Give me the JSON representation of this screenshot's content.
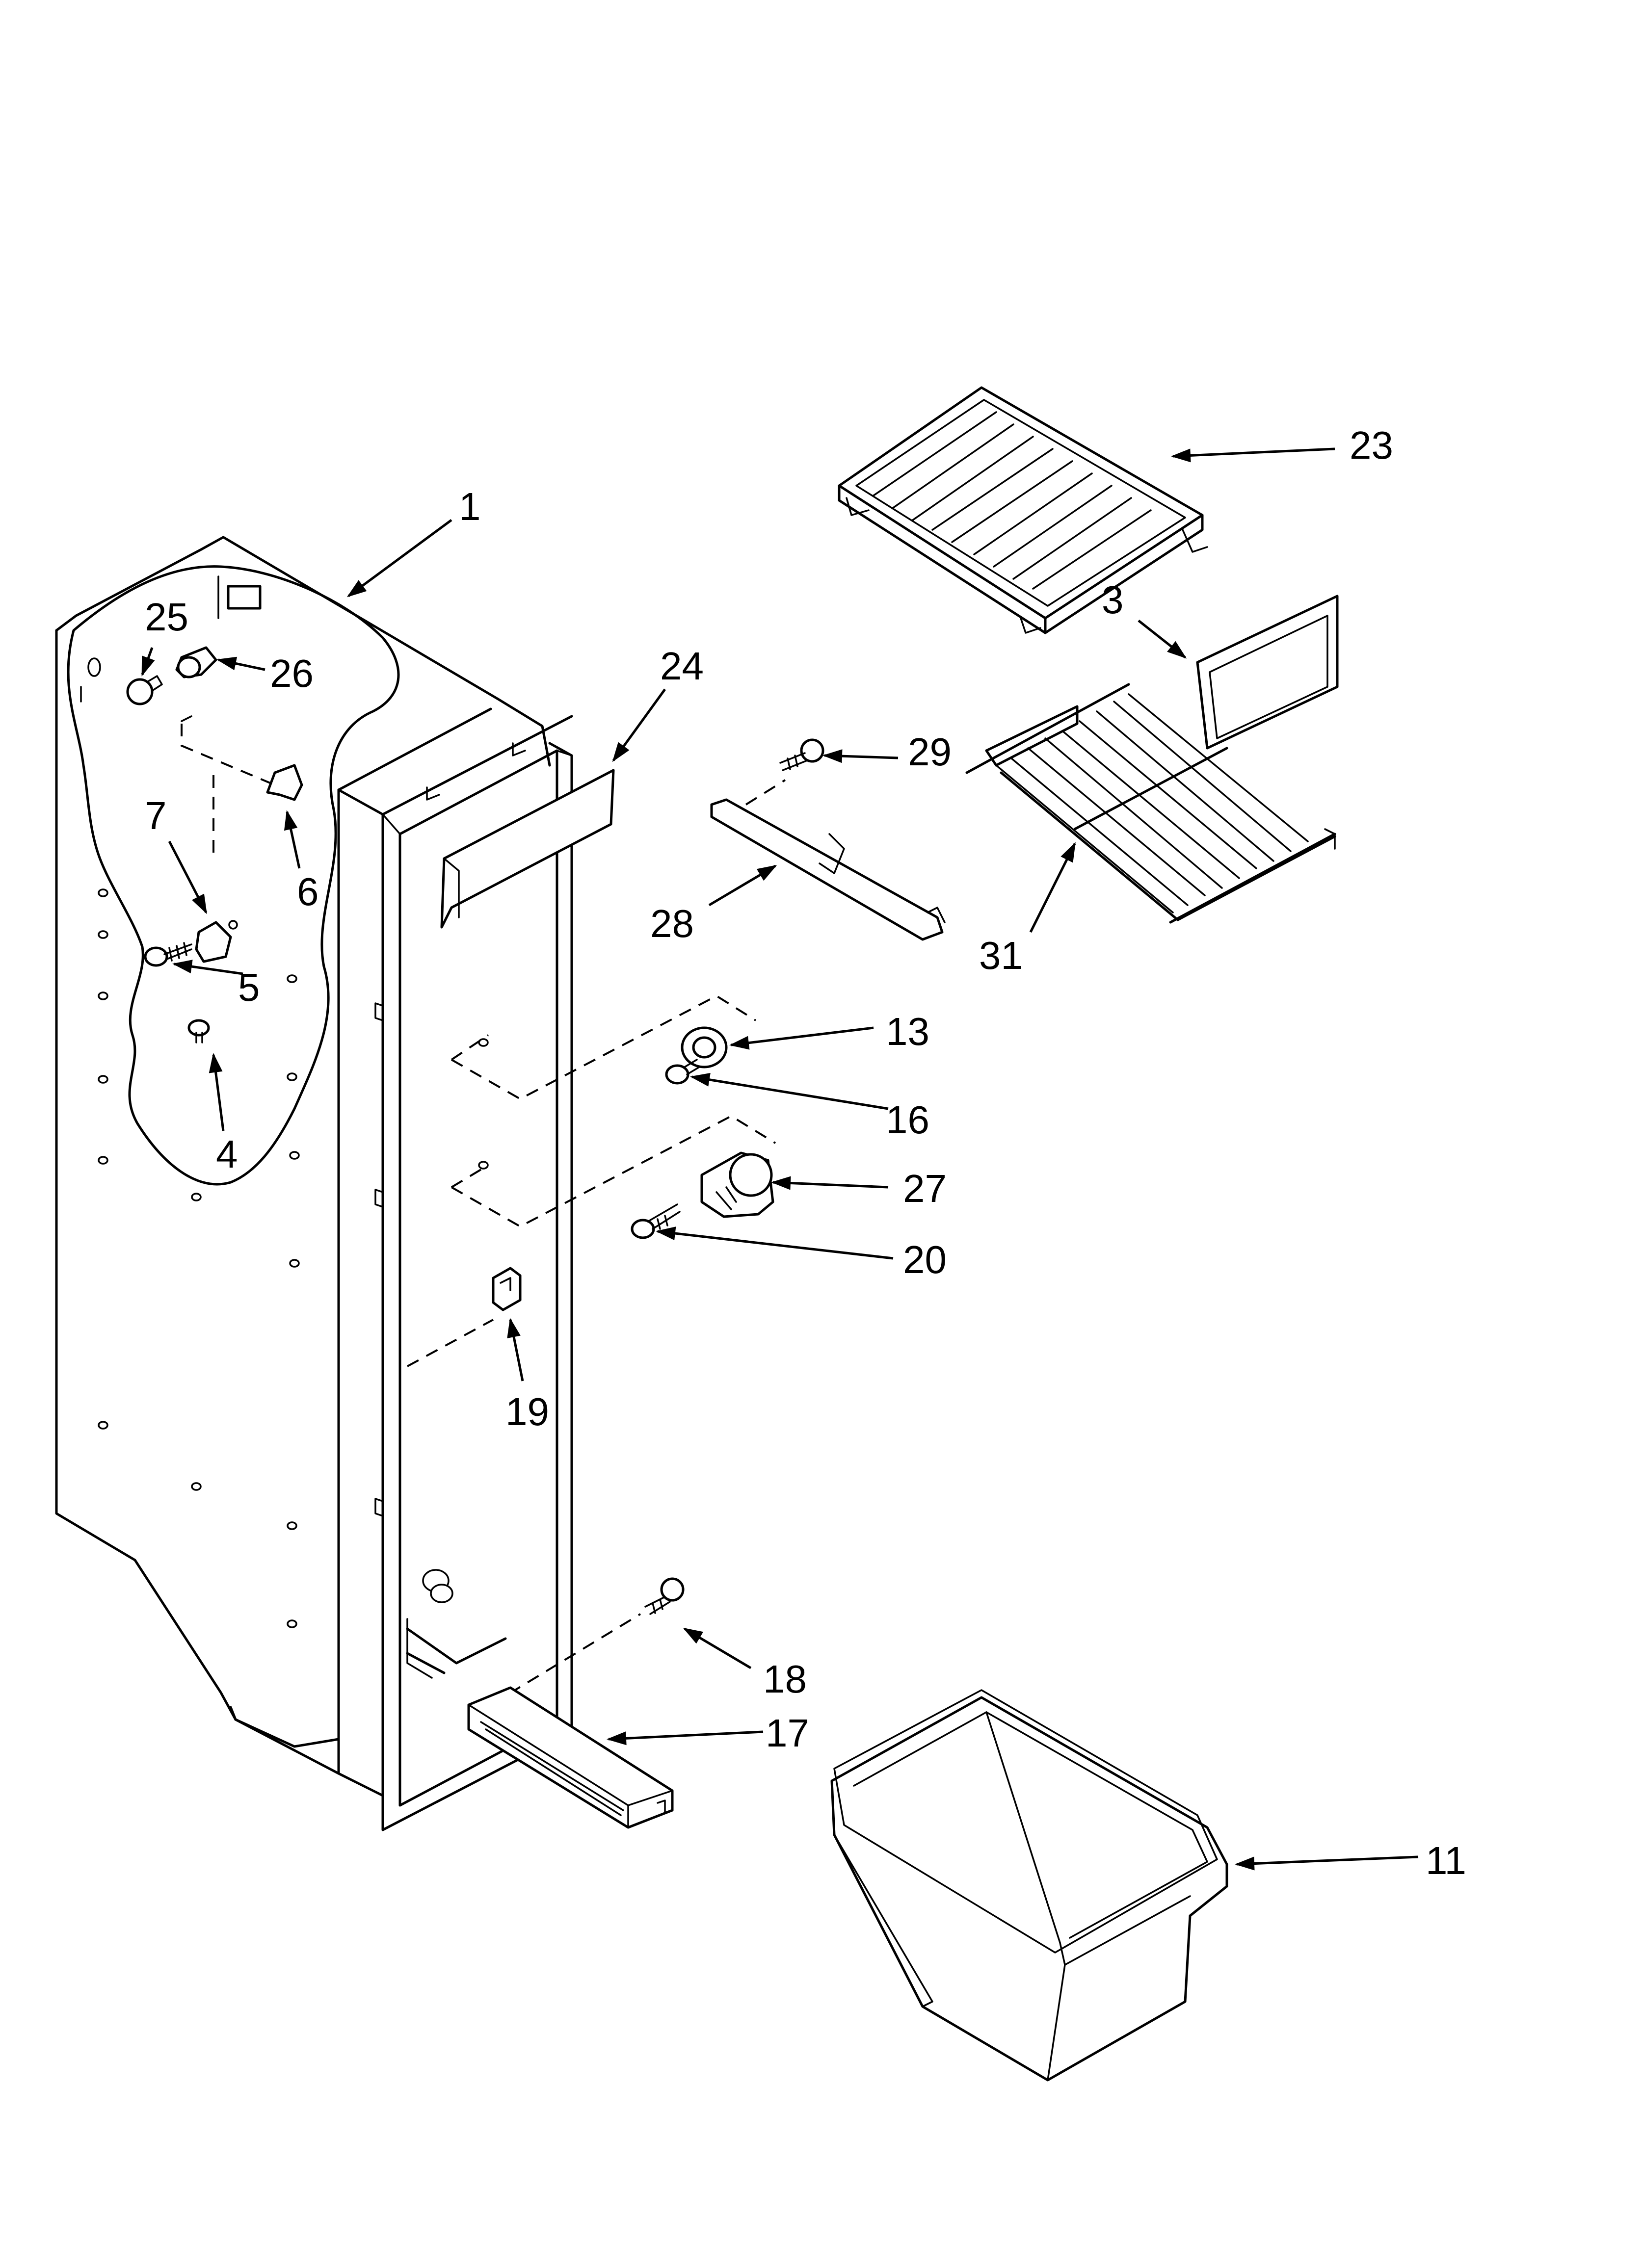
{
  "callouts": [
    {
      "id": "c1",
      "text": "1"
    },
    {
      "id": "c3",
      "text": "3"
    },
    {
      "id": "c4",
      "text": "4"
    },
    {
      "id": "c5",
      "text": "5"
    },
    {
      "id": "c6",
      "text": "6"
    },
    {
      "id": "c7",
      "text": "7"
    },
    {
      "id": "c11",
      "text": "11"
    },
    {
      "id": "c13",
      "text": "13"
    },
    {
      "id": "c16",
      "text": "16"
    },
    {
      "id": "c17",
      "text": "17"
    },
    {
      "id": "c18",
      "text": "18"
    },
    {
      "id": "c19",
      "text": "19"
    },
    {
      "id": "c20",
      "text": "20"
    },
    {
      "id": "c23",
      "text": "23"
    },
    {
      "id": "c24",
      "text": "24"
    },
    {
      "id": "c25",
      "text": "25"
    },
    {
      "id": "c26",
      "text": "26"
    },
    {
      "id": "c27",
      "text": "27"
    },
    {
      "id": "c28",
      "text": "28"
    },
    {
      "id": "c29",
      "text": "29"
    },
    {
      "id": "c31",
      "text": "31"
    }
  ]
}
